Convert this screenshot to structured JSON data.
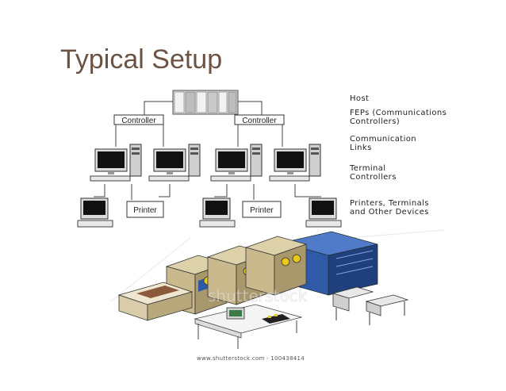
{
  "title": "Typical Setup",
  "diagram": {
    "controllers": [
      "Controller",
      "Controller"
    ],
    "printers": [
      "Printer",
      "Printer"
    ]
  },
  "legend": {
    "host": "Host",
    "feps": "FEPs (Communications\nControllers)",
    "links": "Communication\nLinks",
    "terminals": "Terminal\nControllers",
    "devices": "Printers, Terminals\nand Other Devices"
  },
  "watermark": {
    "brand": "shutterstock",
    "caption": "www.shutterstock.com · 100438414"
  },
  "colors": {
    "title": "#6b5344",
    "cabinet_blue": "#2f5aa8",
    "cabinet_beige": "#c9b98c",
    "reel_yellow": "#e8c81a"
  }
}
